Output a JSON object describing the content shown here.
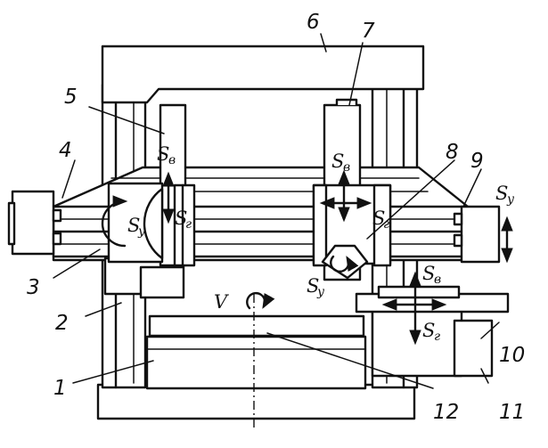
{
  "part_labels": [
    "1",
    "2",
    "3",
    "4",
    "5",
    "6",
    "7",
    "8",
    "9",
    "10",
    "11",
    "12"
  ],
  "motions": {
    "S_v": "S",
    "S_v_sub": "в",
    "S_g": "S",
    "S_g_sub": "г",
    "S_y": "S",
    "S_y_sub": "у",
    "V": "V"
  }
}
